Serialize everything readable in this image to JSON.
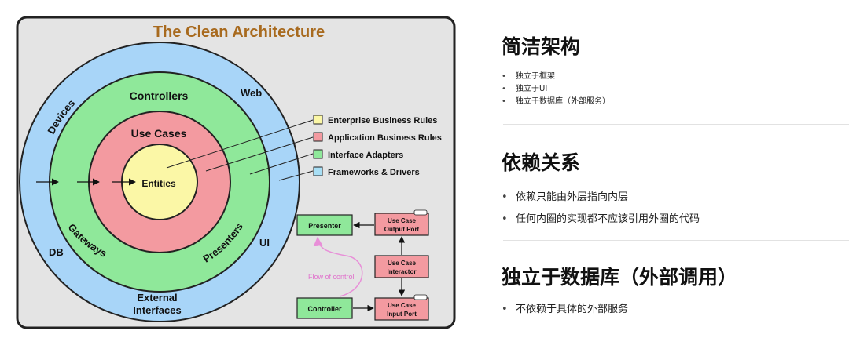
{
  "diagram": {
    "title": "The Clean Architecture",
    "rings": {
      "devices": "Devices",
      "web": "Web",
      "db": "DB",
      "ui": "UI",
      "external_interfaces_line1": "External",
      "external_interfaces_line2": "Interfaces",
      "controllers": "Controllers",
      "gateways": "Gateways",
      "presenters": "Presenters",
      "use_cases": "Use Cases",
      "entities": "Entities"
    },
    "legend": [
      {
        "label": "Enterprise Business Rules",
        "color": "#fbf7a6"
      },
      {
        "label": "Application Business Rules",
        "color": "#f39aa0"
      },
      {
        "label": "Interface Adapters",
        "color": "#8fe89a"
      },
      {
        "label": "Frameworks & Drivers",
        "color": "#a8dff5"
      }
    ],
    "flow": {
      "presenter": "Presenter",
      "output_port_line1": "Use Case",
      "output_port_line2": "Output Port",
      "interactor_line1": "Use Case",
      "interactor_line2": "Interactor",
      "flow_of_control": "Flow of control",
      "controller": "Controller",
      "input_port_line1": "Use Case",
      "input_port_line2": "Input Port"
    },
    "colors": {
      "frame_bg": "#e4e4e4",
      "outer_ring": "#a8d5f8",
      "adapters_ring": "#8fe89a",
      "usecases_ring": "#f39aa0",
      "entities_core": "#fbf7a6",
      "title": "#a86a1e",
      "flow_arrow": "#e88fd8"
    }
  },
  "sections": [
    {
      "title": "简洁架构",
      "items": [
        "独立于框架",
        "独立于UI",
        "独立于数据库（外部服务）"
      ]
    },
    {
      "title": "依赖关系",
      "items": [
        "依赖只能由外层指向内层",
        "任何内圈的实现都不应该引用外圈的代码"
      ]
    },
    {
      "title": "独立于数据库（外部调用）",
      "items": [
        "不依赖于具体的外部服务"
      ]
    }
  ]
}
